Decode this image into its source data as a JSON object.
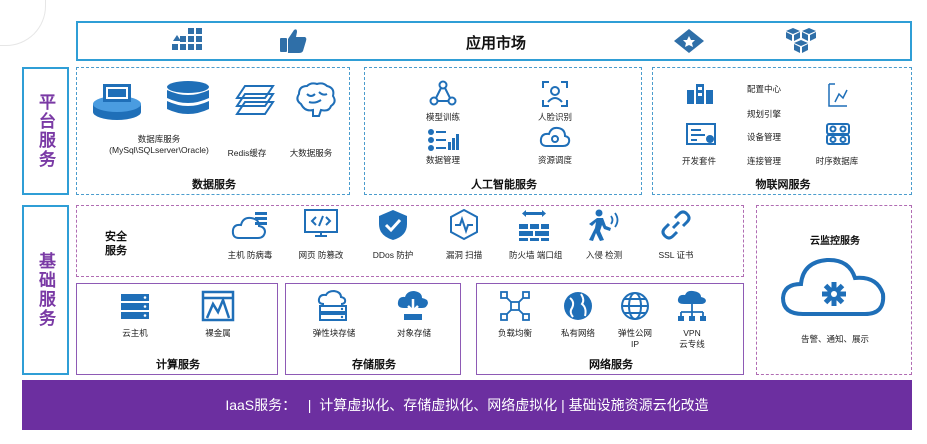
{
  "market": {
    "title": "应用市场"
  },
  "platform": {
    "label": "平台服务",
    "data_service": {
      "title": "数据服务",
      "items": [
        "数据库服务\n(MySql\\SQLserver\\Oracle)",
        "Redis缓存",
        "大数据服务"
      ]
    },
    "ai_service": {
      "title": "人工智能服务",
      "items": [
        "模型训练",
        "人脸识别",
        "数据管理",
        "资源调度"
      ]
    },
    "iot_service": {
      "title": "物联网服务",
      "items": [
        "配置中心",
        "规划引擎",
        "设备管理",
        "连接管理",
        "开发套件",
        "时序数据库"
      ]
    }
  },
  "foundation": {
    "label": "基础服务",
    "security": {
      "title": "安全\n服务",
      "items": [
        "主机\n防病毒",
        "网页\n防篡改",
        "DDos\n防护",
        "漏洞\n扫描",
        "防火墙\n端口组",
        "入侵\n检测",
        "SSL\n证书"
      ]
    },
    "compute": {
      "title": "计算服务",
      "items": [
        "云主机",
        "裸金属"
      ]
    },
    "storage": {
      "title": "存储服务",
      "items": [
        "弹性块存储",
        "对象存储"
      ]
    },
    "network": {
      "title": "网络服务",
      "items": [
        "负载均衡",
        "私有网络",
        "弹性公网\nIP",
        "VPN\n云专线"
      ]
    },
    "monitor": {
      "title": "云监控服务",
      "caption": "告警、通知、展示"
    }
  },
  "iaas": {
    "text": "IaaS服务：   |  计算虚拟化、存储虚拟化、网络虚拟化 | 基础设施资源云化改造"
  },
  "colors": {
    "accent_blue": "#2f9ed6",
    "purple": "#6c2fa0",
    "icon_blue": "#1f6fb8"
  }
}
